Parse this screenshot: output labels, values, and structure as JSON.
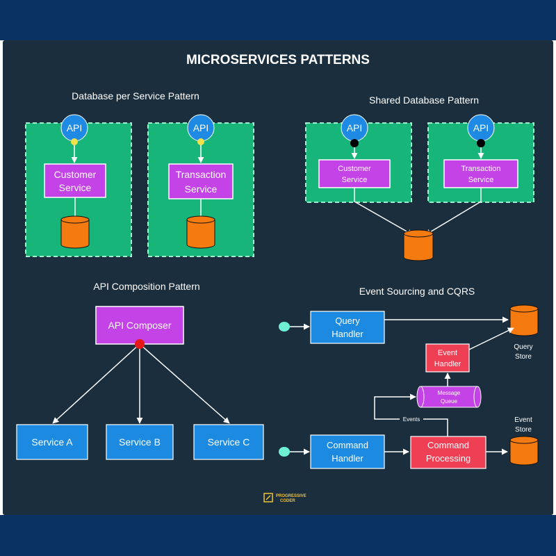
{
  "title": "MICROSERVICES PATTERNS",
  "colors": {
    "background": "#1b2e3d",
    "frame": "#0a3363",
    "service_green": "#17b57a",
    "service_purple": "#c443e6",
    "handler_blue": "#1b8ae0",
    "event_red": "#ee3f55",
    "database_orange": "#f57a0f",
    "api_circle": "#1f8ae3",
    "connector_yellow": "#f2e24a",
    "connector_red": "#e51a18",
    "entry_teal": "#6ef0d4"
  },
  "sections": {
    "database_per_service": {
      "heading": "Database per Service Pattern",
      "api_label": "API",
      "service_1": [
        "Customer",
        "Service"
      ],
      "service_2": [
        "Transaction",
        "Service"
      ]
    },
    "shared_database": {
      "heading": "Shared Database Pattern",
      "api_label": "API",
      "service_1": [
        "Customer",
        "Service"
      ],
      "service_2": [
        "Transaction",
        "Service"
      ]
    },
    "api_composition": {
      "heading": "API Composition Pattern",
      "composer": "API Composer",
      "services": [
        "Service A",
        "Service B",
        "Service C"
      ]
    },
    "event_sourcing_cqrs": {
      "heading": "Event Sourcing and CQRS",
      "query_handler": [
        "Query",
        "Handler"
      ],
      "query_store": [
        "Query",
        "Store"
      ],
      "event_handler": [
        "Event",
        "Handler"
      ],
      "message_queue": [
        "Message",
        "Queue"
      ],
      "events_label": "Events",
      "command_handler": [
        "Command",
        "Handler"
      ],
      "command_processing": [
        "Command",
        "Processing"
      ],
      "event_store": [
        "Event",
        "Store"
      ]
    }
  },
  "logo": {
    "line1": "PROGRESSIVE",
    "line2": "CODER"
  }
}
